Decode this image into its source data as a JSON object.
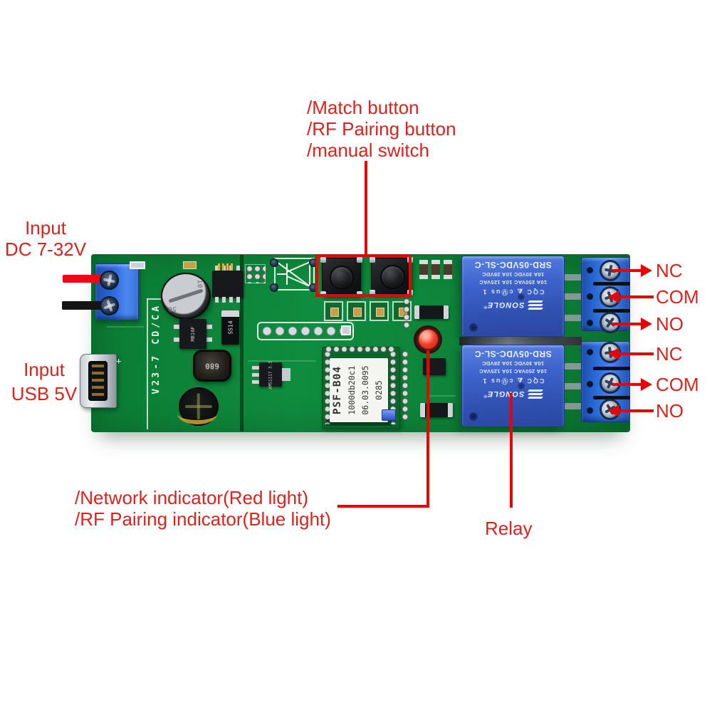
{
  "colors": {
    "annotation_red": "#d8231e",
    "pointer_red": "#e60505",
    "wire_red": "#ef0617",
    "wire_black": "#141414",
    "board_green": "#0e8a3c",
    "relay_blue": "#3b5fc4",
    "terminal_blue": "#2e6fdd",
    "led_red": "#f4422e"
  },
  "callouts": {
    "match_button": {
      "lines": [
        "/Match button",
        "/RF Pairing button",
        "/manual switch"
      ]
    },
    "input_dc": {
      "lines": [
        "Input",
        "DC 7-32V"
      ]
    },
    "input_usb": {
      "lines": [
        "Input",
        "USB 5V"
      ]
    },
    "indicator": {
      "lines": [
        "/Network indicator(Red light)",
        "/RF Pairing indicator(Blue light)"
      ]
    },
    "relay": {
      "label": "Relay"
    }
  },
  "output_terminals": {
    "rows": [
      {
        "label": "NC"
      },
      {
        "label": "COM"
      },
      {
        "label": "NO"
      },
      {
        "label": "NC"
      },
      {
        "label": "COM"
      },
      {
        "label": "NO"
      }
    ]
  },
  "board": {
    "power_silkscreen": "AC/DC 7-32V",
    "usb_plus_mark": "+",
    "inductor_marking": "680",
    "regulator_marking": "AMS1117 3.3",
    "diode_marking": "SS14",
    "bridge_marking": "MB10F",
    "capacitor_marking_top": "10",
    "capacitor_marking_side": "50"
  },
  "wifi_module": {
    "label_lines": [
      "PSF-B04",
      "1000db20c1",
      "06.03.0095",
      "0285"
    ]
  },
  "relay_module": {
    "model": "SRD-05VDC-SL-C",
    "rating_dc": "10A 30VDC 10A 28VDC",
    "rating_ac": "10A 250VAC 10A 125VAC",
    "marks": "CQC ◭ cⓊus 1",
    "brand": "SONGLE",
    "registered": "®"
  }
}
